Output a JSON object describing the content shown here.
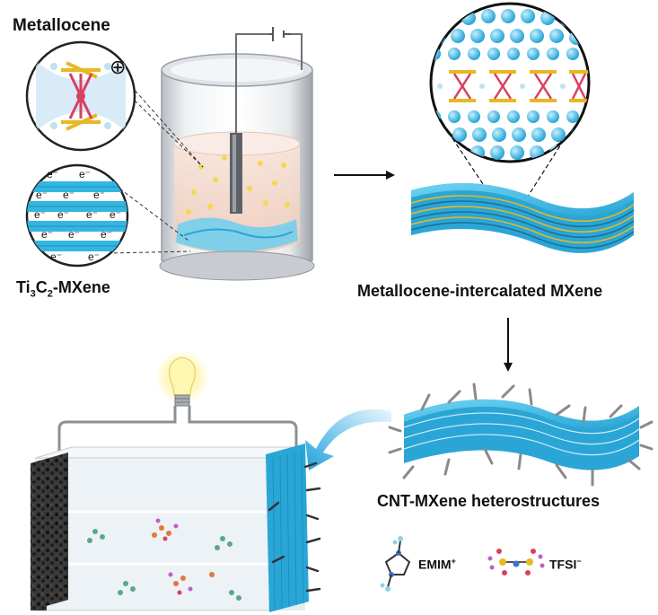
{
  "labels": {
    "metallocene": "Metallocene",
    "ti3c2_prefix": "Ti",
    "ti3c2_sub1": "3",
    "ti3c2_mid": "C",
    "ti3c2_sub2": "2",
    "ti3c2_suffix": "-MXene",
    "intercalated": "Metallocene-intercalated MXene",
    "heterostructure": "CNT-MXene heterostructures",
    "emim": "EMIM",
    "emim_charge": "+",
    "tfsi": "TFSI",
    "tfsi_charge": "−",
    "electron": "e⁻",
    "plus_sign": "⊕"
  },
  "colors": {
    "mxene_blue": "#33b6e0",
    "mxene_dark": "#1d8fc0",
    "metal_gold": "#e8b824",
    "metal_red": "#d94060",
    "carbon_black": "#2a2a2a",
    "arrow_blue": "#2aa9e0",
    "electrolyte_pink": "#f3d8cc",
    "cnt_gray": "#8a8a8a"
  },
  "icons": {
    "bulb": "light-bulb-icon",
    "power": "power-source-icon"
  }
}
